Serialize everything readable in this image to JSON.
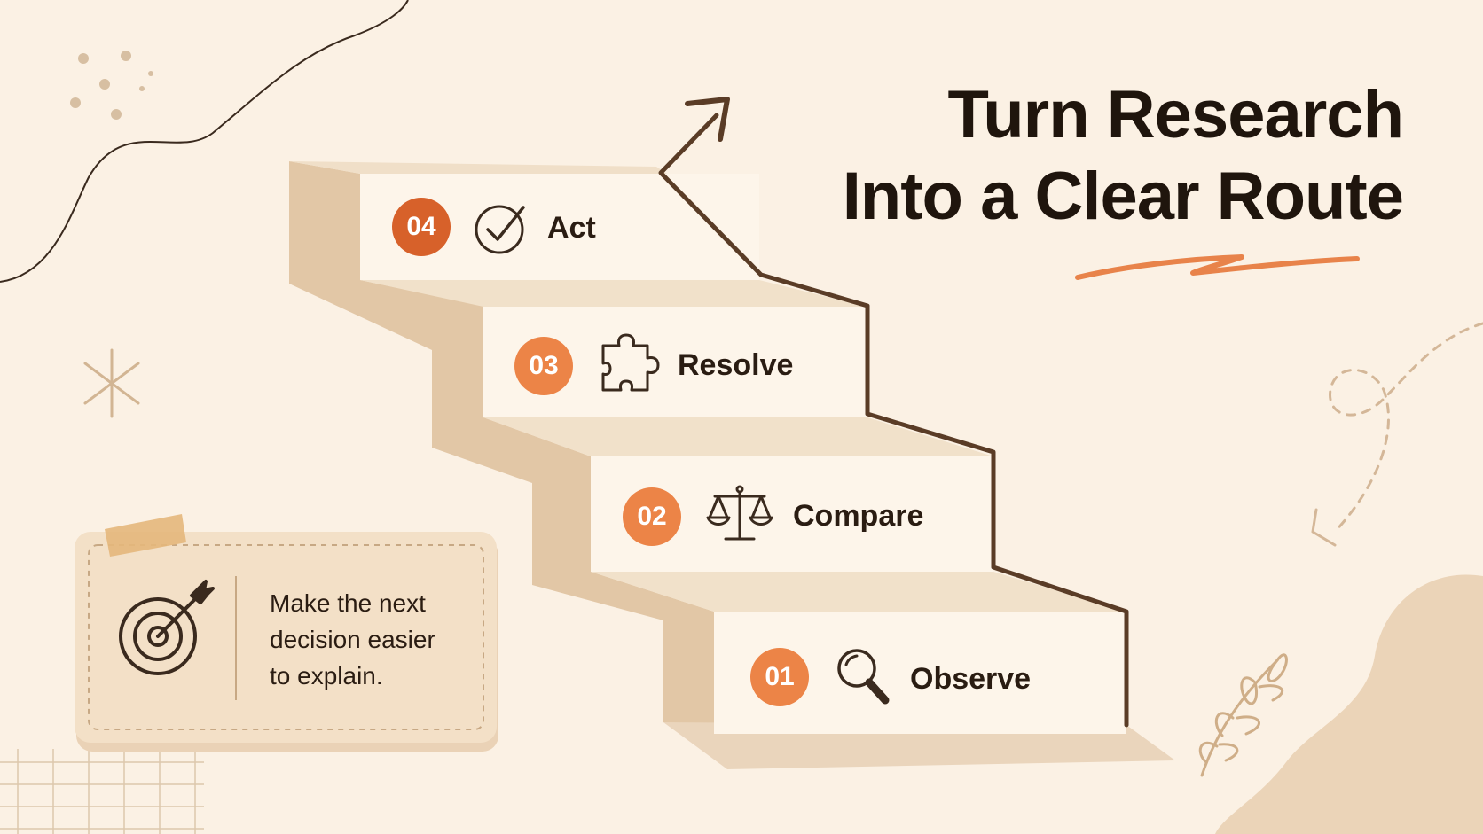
{
  "title": {
    "line1": "Turn Research",
    "line2": "Into a Clear Route"
  },
  "steps": [
    {
      "number": "01",
      "label": "Observe",
      "icon": "magnifier-icon"
    },
    {
      "number": "02",
      "label": "Compare",
      "icon": "balance-scale-icon"
    },
    {
      "number": "03",
      "label": "Resolve",
      "icon": "puzzle-piece-icon"
    },
    {
      "number": "04",
      "label": "Act",
      "icon": "checkmark-circle-icon"
    }
  ],
  "note": {
    "line1": "Make the next",
    "line2": "decision easier",
    "line3": "to explain.",
    "icon": "target-arrow-icon"
  },
  "colors": {
    "background": "#fbf1e4",
    "badge_light": "#ec8447",
    "badge_dark": "#d7612a",
    "accent_underline": "#e8834a",
    "stair_face": "#fdf5ea",
    "stair_side": "#e2c7a6",
    "ink": "#2a1c12"
  }
}
